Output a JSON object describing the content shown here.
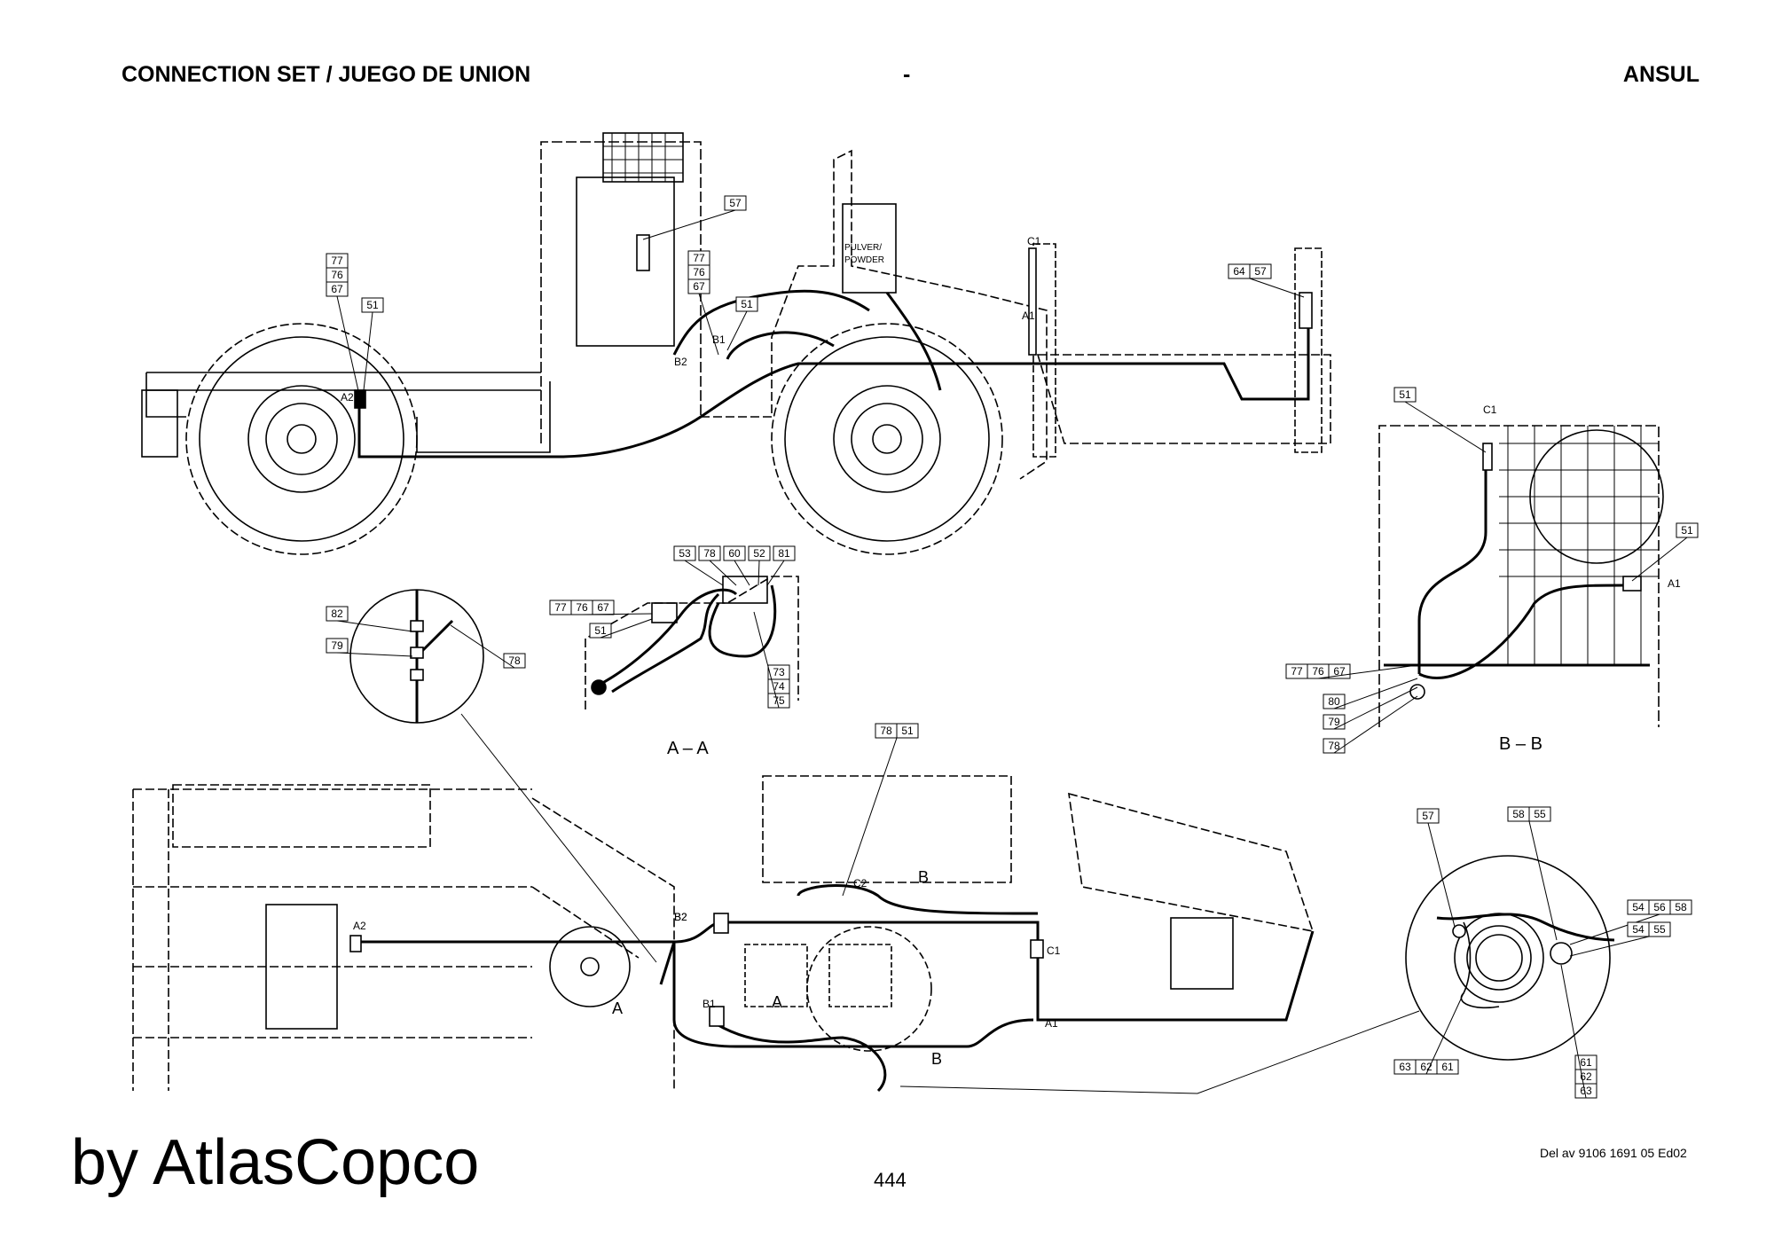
{
  "header": {
    "left_title": "CONNECTION SET / JUEGO DE UNION",
    "middle": "-",
    "right_brand": "ANSUL"
  },
  "footer": {
    "reference": "Del av 9106 1691 05 Ed02",
    "page_number": "444",
    "watermark": "by AtlasCopco"
  },
  "views": {
    "section_aa": "A – A",
    "section_bb": "B – B"
  },
  "tank_label": {
    "line1": "PULVER/",
    "line2": "POWDER"
  },
  "callouts": [
    {
      "id": "c1",
      "parts": [
        "77",
        "76",
        "67"
      ]
    },
    {
      "id": "c2",
      "parts": [
        "51"
      ]
    },
    {
      "id": "c3",
      "parts": [
        "57"
      ]
    },
    {
      "id": "c4",
      "parts": [
        "77",
        "76",
        "67"
      ]
    },
    {
      "id": "c5",
      "parts": [
        "51"
      ]
    },
    {
      "id": "c6",
      "parts": [
        "64",
        "57"
      ]
    },
    {
      "id": "c7",
      "parts": [
        "51"
      ]
    },
    {
      "id": "c8",
      "parts": [
        "51"
      ]
    },
    {
      "id": "c9",
      "parts": [
        "77",
        "76",
        "67"
      ]
    },
    {
      "id": "c10",
      "parts": [
        "80"
      ]
    },
    {
      "id": "c11",
      "parts": [
        "79"
      ]
    },
    {
      "id": "c12",
      "parts": [
        "78"
      ]
    },
    {
      "id": "c13",
      "parts": [
        "53"
      ]
    },
    {
      "id": "c14",
      "parts": [
        "78"
      ]
    },
    {
      "id": "c15",
      "parts": [
        "60"
      ]
    },
    {
      "id": "c16",
      "parts": [
        "52"
      ]
    },
    {
      "id": "c17",
      "parts": [
        "81"
      ]
    },
    {
      "id": "c18",
      "parts": [
        "77",
        "76",
        "67"
      ]
    },
    {
      "id": "c19",
      "parts": [
        "51"
      ]
    },
    {
      "id": "c20",
      "parts": [
        "73",
        "74",
        "75"
      ]
    },
    {
      "id": "c21",
      "parts": [
        "82"
      ]
    },
    {
      "id": "c22",
      "parts": [
        "79"
      ]
    },
    {
      "id": "c23",
      "parts": [
        "78"
      ]
    },
    {
      "id": "c24",
      "parts": [
        "78",
        "51"
      ]
    },
    {
      "id": "c25",
      "parts": [
        "57"
      ]
    },
    {
      "id": "c26",
      "parts": [
        "58",
        "55"
      ]
    },
    {
      "id": "c27",
      "parts": [
        "54",
        "56",
        "58"
      ]
    },
    {
      "id": "c28",
      "parts": [
        "54",
        "55"
      ]
    },
    {
      "id": "c29",
      "parts": [
        "63",
        "62",
        "61"
      ]
    },
    {
      "id": "c30",
      "parts": [
        "61",
        "62",
        "63"
      ]
    }
  ],
  "point_labels": [
    "A2",
    "B2",
    "B1",
    "C1",
    "A1",
    "C1",
    "A1",
    "B2",
    "A2",
    "C2",
    "B1",
    "C1",
    "A1",
    "A",
    "A",
    "B",
    "B",
    "B2"
  ]
}
